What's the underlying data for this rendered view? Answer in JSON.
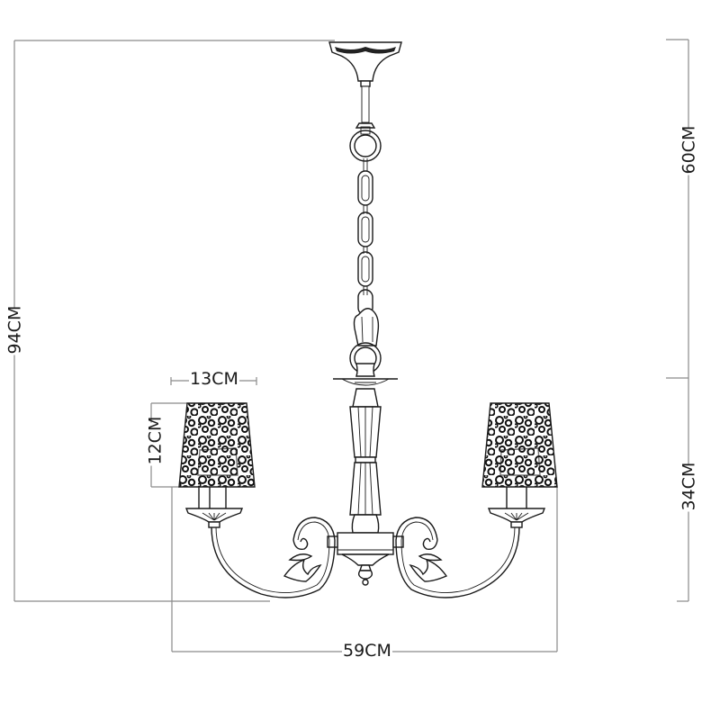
{
  "drawing": {
    "title": "Chandelier dimension drawing",
    "unit": "CM",
    "colors": {
      "line": "#1a1a1a",
      "dimension_line": "#8a8a8a",
      "background": "#ffffff"
    }
  },
  "dimensions": {
    "total_height": "94CM",
    "chain_height": "60CM",
    "body_height": "34CM",
    "total_width": "59CM",
    "shade_width": "13CM",
    "shade_height": "12CM"
  },
  "components": {
    "canopy": "ceiling-canopy",
    "chain": "chain",
    "carabiner": "chain-hook",
    "center_column": "center-column",
    "arms": [
      "left-arm",
      "right-arm"
    ],
    "shades": [
      "left-shade",
      "right-shade"
    ],
    "shade_pattern": "perforated-circles",
    "finial": "bottom-finial"
  }
}
